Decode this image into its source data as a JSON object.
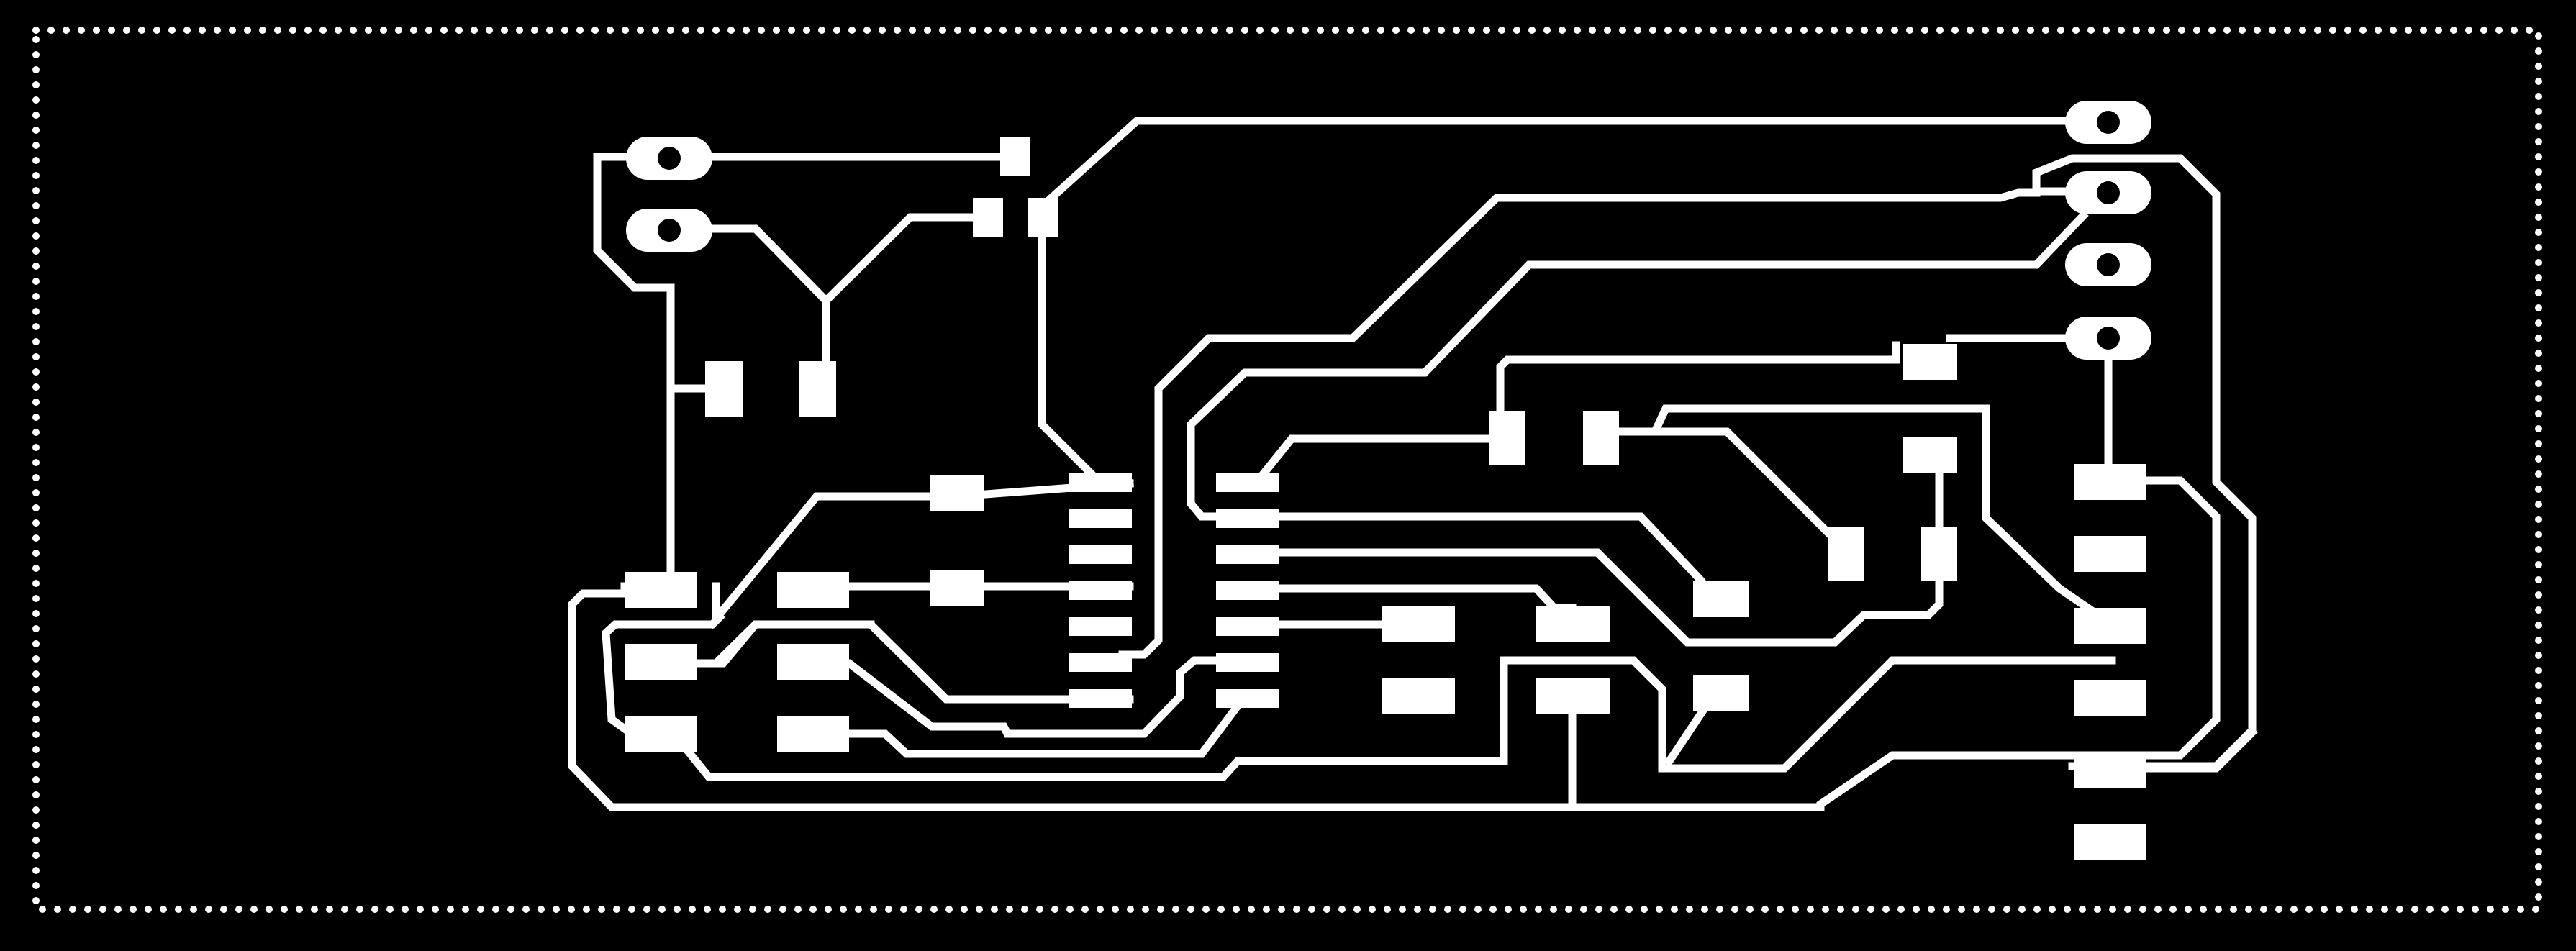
{
  "board": {
    "background": "#000000",
    "copper_color": "#ffffff",
    "outline_style": "dotted"
  },
  "components": {
    "connector_left_count": 2,
    "connector_right_count": 4,
    "ic_pin_count": 14,
    "header_pin_count": 6
  }
}
